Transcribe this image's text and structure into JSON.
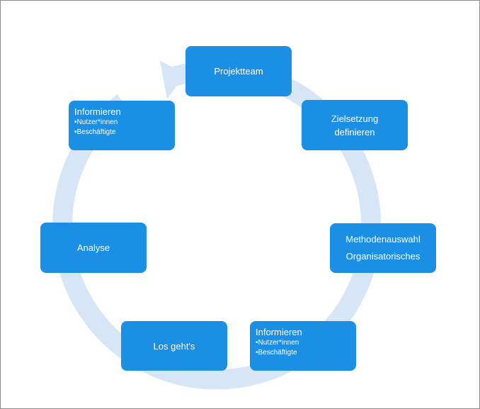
{
  "colors": {
    "node_fill": "#1a8fe3",
    "node_text": "#ffffff",
    "cycle_arrow": "#d6e6f7",
    "border": "#8c8c8c"
  },
  "nodes": {
    "projektteam": {
      "label": "Projektteam"
    },
    "zielsetzung": {
      "line1": "Zielsetzung",
      "line2": "definieren"
    },
    "methoden": {
      "line1": "Methodenauswahl",
      "line2": "Organisatorisches"
    },
    "informieren_bottom": {
      "title": "Informieren",
      "items": [
        "•Nutzer*innen",
        "•Beschäftigte"
      ]
    },
    "los_gehts": {
      "label": "Los geht's"
    },
    "analyse": {
      "label": "Analyse"
    },
    "informieren_top": {
      "title": "Informieren",
      "items": [
        "•Nutzer*innen",
        "•Beschäftigte"
      ]
    }
  }
}
